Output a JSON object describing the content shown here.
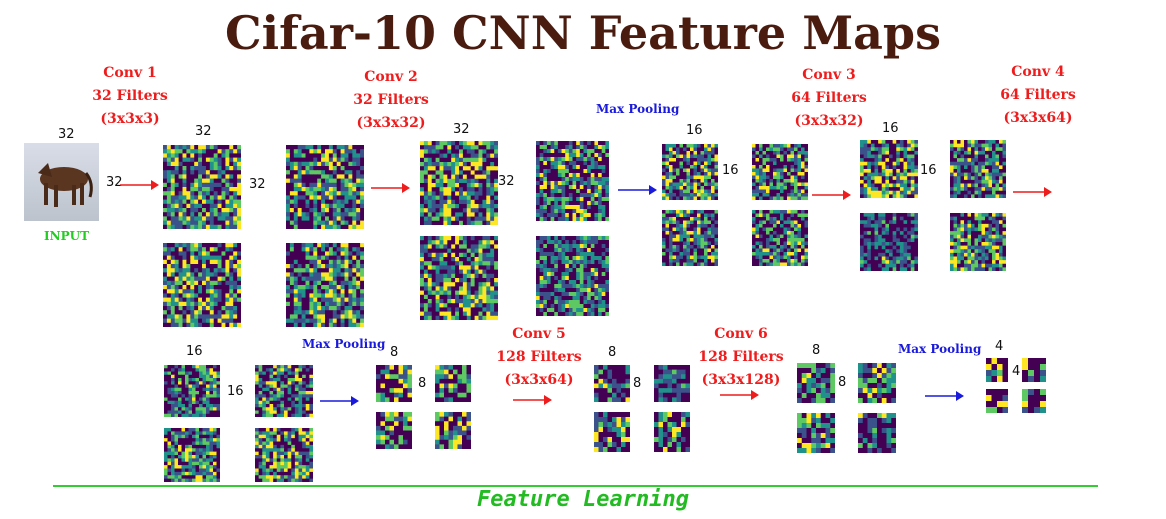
{
  "title": "Cifar-10 CNN Feature Maps",
  "input": {
    "label": "INPUT",
    "top_dim": "32",
    "side_dim": "32"
  },
  "layers": {
    "conv1": {
      "name": "Conv 1",
      "filters": "32 Filters",
      "kernel": "(3x3x3)"
    },
    "conv2": {
      "name": "Conv 2",
      "filters": "32 Filters",
      "kernel": "(3x3x32)"
    },
    "conv3": {
      "name": "Conv 3",
      "filters": "64 Filters",
      "kernel": "(3x3x32)"
    },
    "conv4": {
      "name": "Conv 4",
      "filters": "64 Filters",
      "kernel": "(3x3x64)"
    },
    "conv5": {
      "name": "Conv 5",
      "filters": "128 Filters",
      "kernel": "(3x3x64)"
    },
    "conv6": {
      "name": "Conv 6",
      "filters": "128 Filters",
      "kernel": "(3x3x128)"
    }
  },
  "pooling_label": "Max Pooling",
  "dims": {
    "c1_top": "32",
    "c1_side": "32",
    "c2_top": "32",
    "c2_side": "32",
    "p1_top": "16",
    "p1_side": "16",
    "c3_top": "16",
    "c3_side": "16",
    "c4_top": "16",
    "c4_side": "16",
    "p2_top": "8",
    "p2_side": "8",
    "c5_top": "8",
    "c5_side": "8",
    "c6_top": "8",
    "c6_side": "8",
    "p3_top": "4",
    "p3_side": "4"
  },
  "footer": "Feature Learning",
  "colors": {
    "title": "#4a1c10",
    "conv_label": "#ee1c1c",
    "pool_label": "#1a1adc",
    "input_label": "#22cc22",
    "footer": "#22bb22",
    "arrow_conv": "#ee1c1c",
    "arrow_pool": "#1a1adc",
    "viridis": [
      "#440154",
      "#3b528b",
      "#21918c",
      "#5ec962",
      "#fde725"
    ]
  }
}
